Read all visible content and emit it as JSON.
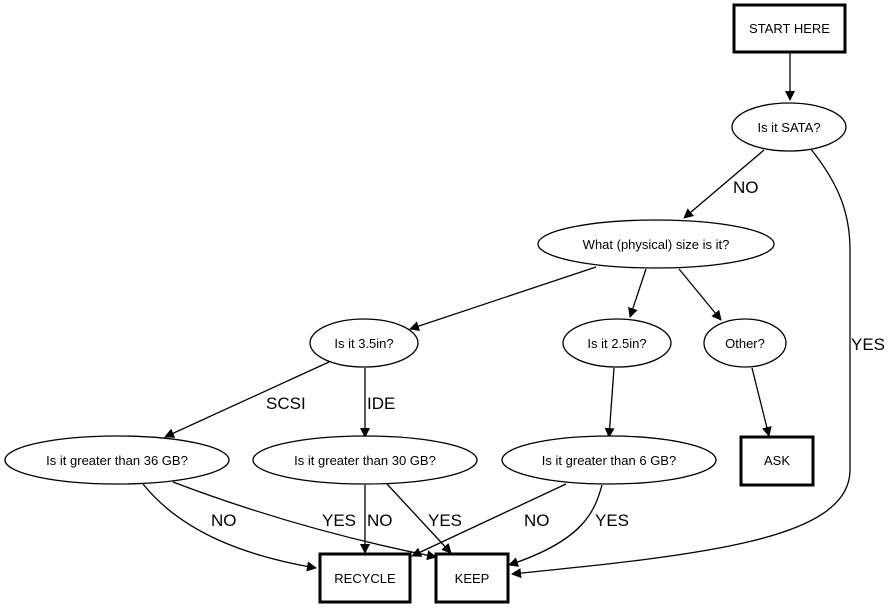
{
  "diagram": {
    "type": "flowchart",
    "nodes": {
      "start": "START HERE",
      "sata": "Is it SATA?",
      "size": "What (physical) size is it?",
      "in35": "Is it 3.5in?",
      "in25": "Is it 2.5in?",
      "other": "Other?",
      "gt36": "Is it greater than 36 GB?",
      "gt30": "Is it greater than 30 GB?",
      "gt6": "Is it greater than 6 GB?",
      "ask": "ASK",
      "recycle": "RECYCLE",
      "keep": "KEEP"
    },
    "edges": [
      {
        "from": "start",
        "to": "sata",
        "label": ""
      },
      {
        "from": "sata",
        "to": "size",
        "label": "NO"
      },
      {
        "from": "sata",
        "to": "keep",
        "label": "YES"
      },
      {
        "from": "size",
        "to": "in35",
        "label": ""
      },
      {
        "from": "size",
        "to": "in25",
        "label": ""
      },
      {
        "from": "size",
        "to": "other",
        "label": ""
      },
      {
        "from": "in35",
        "to": "gt36",
        "label": "SCSI"
      },
      {
        "from": "in35",
        "to": "gt30",
        "label": "IDE"
      },
      {
        "from": "in25",
        "to": "gt6",
        "label": ""
      },
      {
        "from": "other",
        "to": "ask",
        "label": ""
      },
      {
        "from": "gt36",
        "to": "recycle",
        "label": "NO"
      },
      {
        "from": "gt36",
        "to": "keep",
        "label": "YES"
      },
      {
        "from": "gt30",
        "to": "recycle",
        "label": "NO"
      },
      {
        "from": "gt30",
        "to": "keep",
        "label": "YES"
      },
      {
        "from": "gt6",
        "to": "recycle",
        "label": "NO"
      },
      {
        "from": "gt6",
        "to": "keep",
        "label": "YES"
      }
    ]
  }
}
